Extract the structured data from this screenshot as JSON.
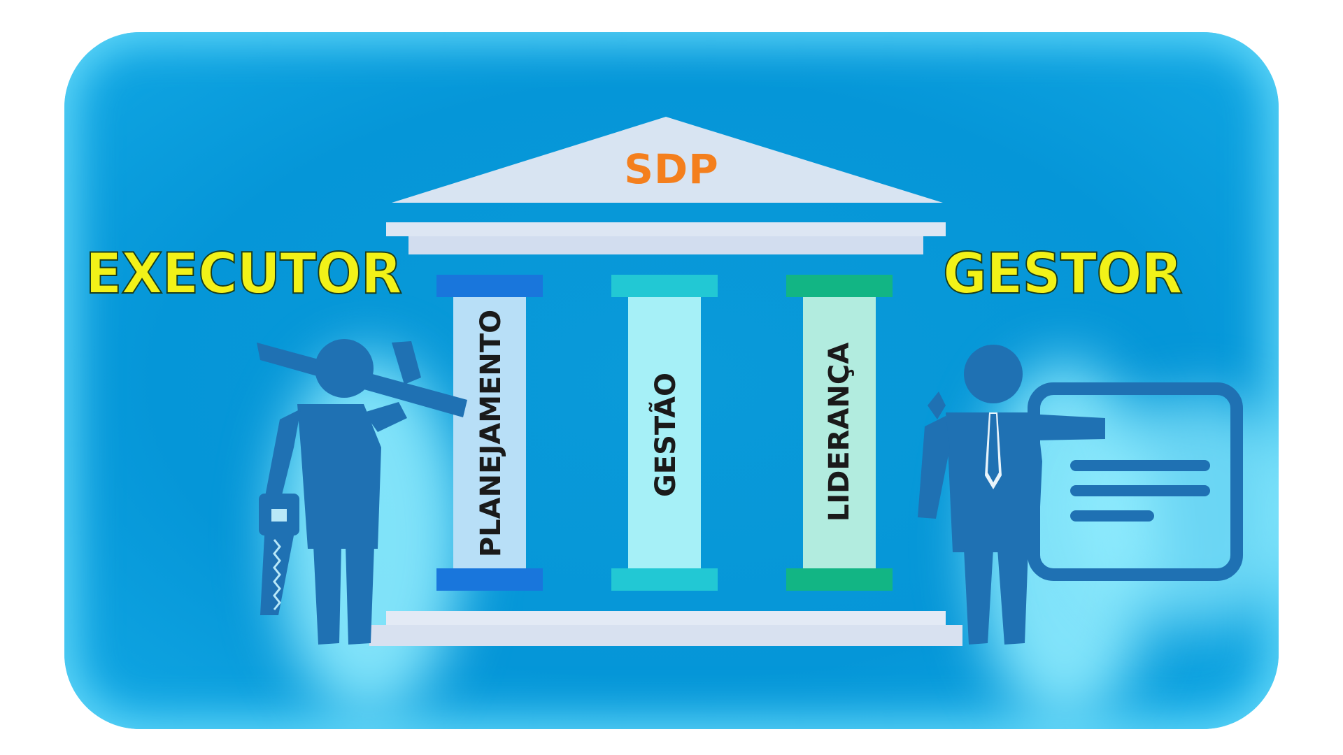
{
  "diagram": {
    "roof_title": "SDP",
    "left_role": "EXECUTOR",
    "right_role": "GESTOR",
    "pillars": [
      {
        "label": "PLANEJAMENTO",
        "color": "#b8dff7",
        "cap_color": "#1976dc"
      },
      {
        "label": "GESTÃO",
        "color": "#a6f0f7",
        "cap_color": "#22c8d4"
      },
      {
        "label": "LIDERANÇA",
        "color": "#b2ecdf",
        "cap_color": "#12b584"
      }
    ],
    "colors": {
      "background": "#0596d8",
      "roof": "#d8e4f2",
      "figure": "#1f71b3",
      "title": "#f47f1d",
      "role_text": "#f2f218"
    },
    "icons": [
      "worker-icon",
      "saw-icon",
      "businessman-icon",
      "presentation-board-icon"
    ]
  }
}
